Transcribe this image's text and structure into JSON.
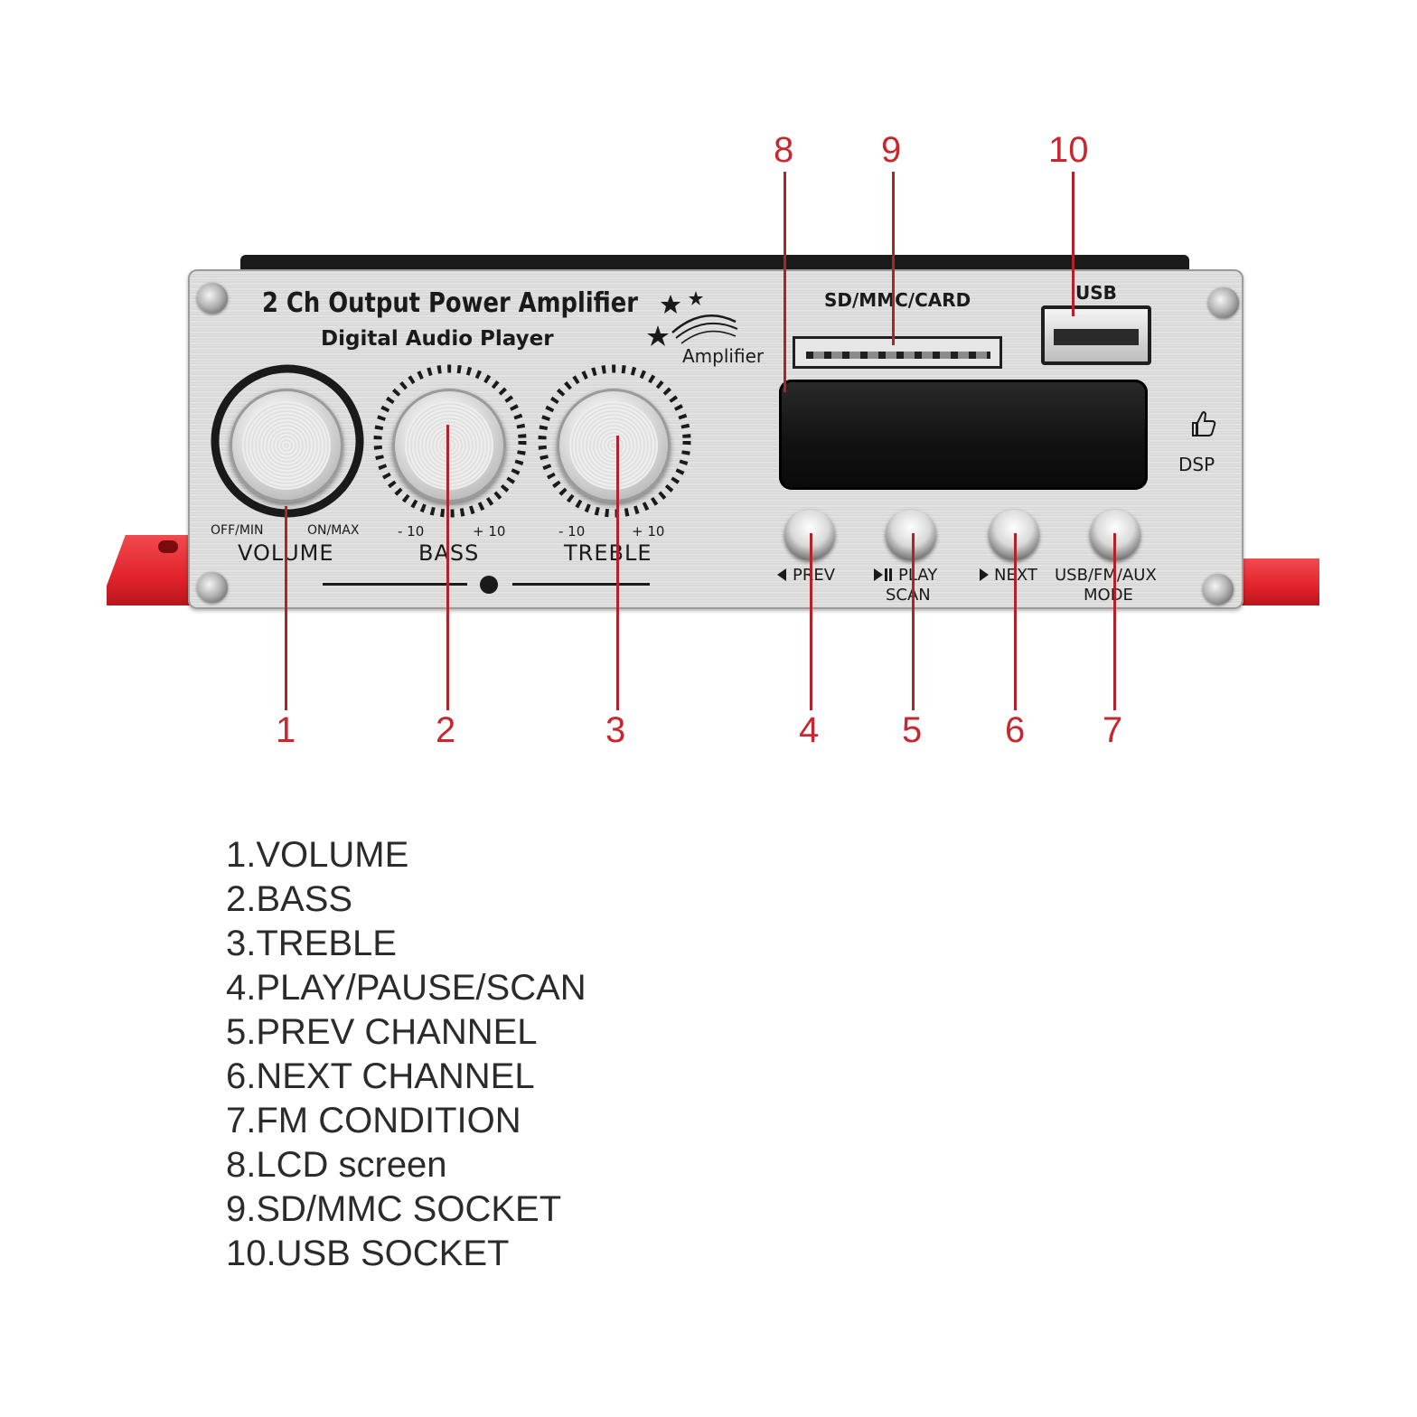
{
  "panel": {
    "title": "2 Ch Output Power Amplifier",
    "subtitle": "Digital Audio Player",
    "logo_text": "Amplifier",
    "sd_label": "SD/MMC/CARD",
    "usb_label": "USB",
    "dsp_label": "DSP",
    "knobs": [
      {
        "label": "VOLUME",
        "min_label": "OFF/MIN",
        "max_label": "ON/MAX"
      },
      {
        "label": "BASS",
        "min_label": "- 10",
        "max_label": "+ 10"
      },
      {
        "label": "TREBLE",
        "min_label": "- 10",
        "max_label": "+ 10"
      }
    ],
    "buttons": [
      {
        "line1": "PREV",
        "line2": "",
        "icon": "prev-triangle"
      },
      {
        "line1": "PLAY",
        "line2": "SCAN",
        "icon": "play-pause"
      },
      {
        "line1": "NEXT",
        "line2": "",
        "icon": "next-triangle"
      },
      {
        "line1": "USB/FM/AUX",
        "line2": "MODE",
        "icon": ""
      }
    ]
  },
  "pointers": [
    "1",
    "2",
    "3",
    "4",
    "5",
    "6",
    "7",
    "8",
    "9",
    "10"
  ],
  "legend": [
    "1.VOLUME",
    "2.BASS",
    "3.TREBLE",
    "4.PLAY/PAUSE/SCAN",
    "5.PREV CHANNEL",
    "6.NEXT CHANNEL",
    "7.FM CONDITION",
    "8.LCD screen",
    "9.SD/MMC SOCKET",
    "10.USB SOCKET"
  ],
  "colors": {
    "pointer_red": "#c7272f",
    "panel_silver": "#d9d9d9",
    "mount_red": "#e3232b",
    "display": "#161616"
  }
}
